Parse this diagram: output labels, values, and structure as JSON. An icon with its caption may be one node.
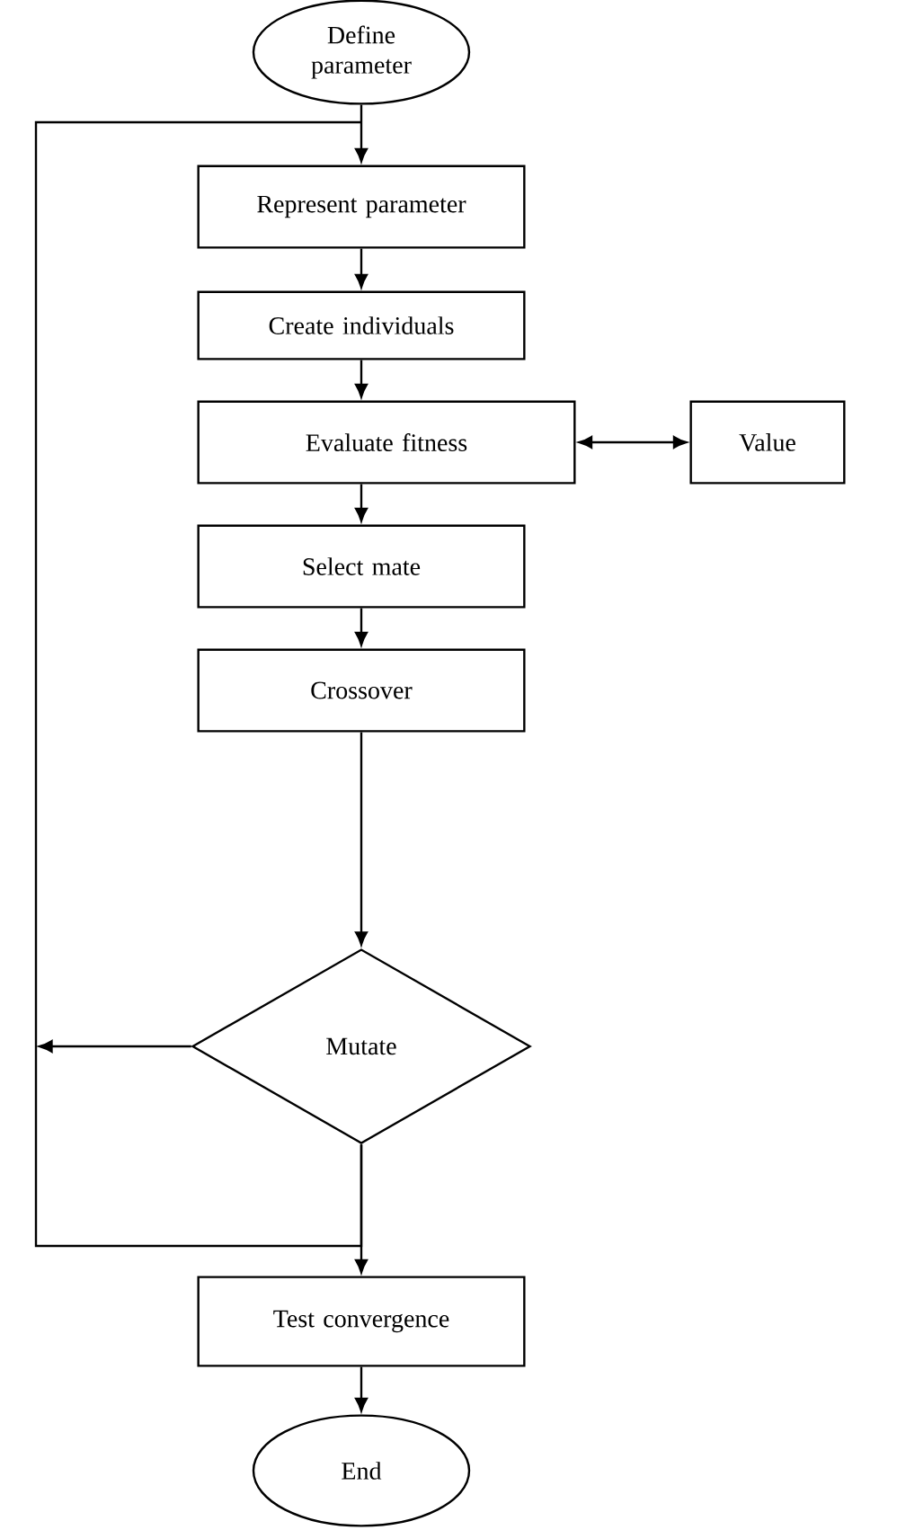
{
  "diagram": {
    "nodes": [
      {
        "text": [
          "Define parameter"
        ]
      },
      {
        "text": [
          "Represent parameter"
        ]
      },
      {
        "text": [
          "Create individuals"
        ]
      },
      {
        "text": [
          "Evaluate fitness"
        ]
      },
      {
        "text": [
          "Value"
        ]
      },
      {
        "text": [
          "Select mate"
        ]
      },
      {
        "text": [
          "Crossover"
        ]
      },
      {
        "text": [
          "Mutate"
        ]
      },
      {
        "text": [
          "Test convergence"
        ]
      },
      {
        "text": [
          "End"
        ]
      }
    ],
    "edges": [
      {
        "from": 0,
        "to": 1,
        "arrow": "to"
      },
      {
        "from": 1,
        "to": 2,
        "arrow": "to"
      },
      {
        "from": 2,
        "to": 3,
        "arrow": "to"
      },
      {
        "from": 3,
        "to": 4,
        "arrow": "both"
      },
      {
        "from": 3,
        "to": 5,
        "arrow": "to"
      },
      {
        "from": 5,
        "to": 6,
        "arrow": "to"
      },
      {
        "from": 6,
        "to": 7,
        "arrow": "to"
      },
      {
        "from": 7,
        "to": 1,
        "arrow": "to"
      },
      {
        "from": 7,
        "to": null,
        "arrow": "to"
      },
      {
        "from": 7,
        "to": 8,
        "arrow": "to"
      },
      {
        "from": 8,
        "to": 9,
        "arrow": "to"
      }
    ]
  }
}
